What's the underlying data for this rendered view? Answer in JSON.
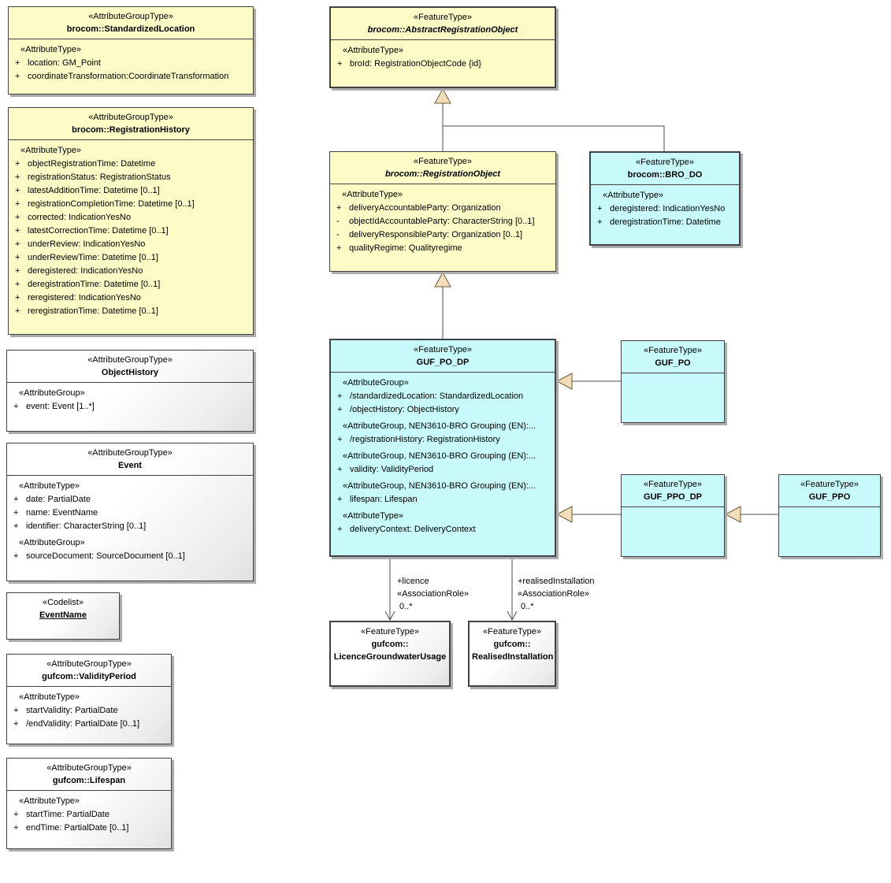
{
  "boxes": [
    {
      "id": "standardized-location",
      "stereotype": "«AttributeGroupType»",
      "name_lines": [
        "brocom::StandardizedLocation"
      ],
      "sections": [
        {
          "stereo": "«AttributeType»",
          "items": [
            {
              "pfx": "+",
              "text": "location: GM_Point"
            },
            {
              "pfx": "+",
              "text": "coordinateTransformation:CoordinateTransformation"
            }
          ]
        }
      ]
    },
    {
      "id": "registration-history",
      "stereotype": "«AttributeGroupType»",
      "name_lines": [
        "brocom::RegistrationHistory"
      ],
      "sections": [
        {
          "stereo": "«AttributeType»",
          "items": [
            {
              "pfx": "+",
              "text": "objectRegistrationTime: Datetime"
            },
            {
              "pfx": "+",
              "text": "registrationStatus: RegistrationStatus"
            },
            {
              "pfx": "+",
              "text": "latestAdditionTime: Datetime [0..1]"
            },
            {
              "pfx": "+",
              "text": "registrationCompletionTime: Datetime [0..1]"
            },
            {
              "pfx": "+",
              "text": "corrected: IndicationYesNo"
            },
            {
              "pfx": "+",
              "text": "latestCorrectionTime: Datetime [0..1]"
            },
            {
              "pfx": "+",
              "text": "underReview: IndicationYesNo"
            },
            {
              "pfx": "+",
              "text": "underReviewTime: Datetime [0..1]"
            },
            {
              "pfx": "+",
              "text": "deregistered: IndicationYesNo"
            },
            {
              "pfx": "+",
              "text": "deregistrationTime: Datetime [0..1]"
            },
            {
              "pfx": "+",
              "text": "reregistered: IndicationYesNo"
            },
            {
              "pfx": "+",
              "text": "reregistrationTime: Datetime [0..1]"
            }
          ]
        }
      ]
    },
    {
      "id": "object-history",
      "stereotype": "«AttributeGroupType»",
      "name_lines": [
        "ObjectHistory"
      ],
      "sections": [
        {
          "stereo": "«AttributeGroup»",
          "items": [
            {
              "pfx": "+",
              "text": "event: Event [1..*]"
            }
          ]
        }
      ]
    },
    {
      "id": "event",
      "stereotype": "«AttributeGroupType»",
      "name_lines": [
        "Event"
      ],
      "sections": [
        {
          "stereo": "«AttributeType»",
          "items": [
            {
              "pfx": "+",
              "text": "date: PartialDate"
            },
            {
              "pfx": "+",
              "text": "name: EventName"
            },
            {
              "pfx": "+",
              "text": "identifier: CharacterString [0..1]"
            }
          ]
        },
        {
          "stereo": "«AttributeGroup»",
          "items": [
            {
              "pfx": "+",
              "text": "sourceDocument: SourceDocument [0..1]"
            }
          ]
        }
      ]
    },
    {
      "id": "event-name",
      "stereotype": "«Codelist»",
      "name_lines": [
        "EventName"
      ],
      "underline_name": true,
      "sections": []
    },
    {
      "id": "validity-period",
      "stereotype": "«AttributeGroupType»",
      "name_lines": [
        "gufcom::ValidityPeriod"
      ],
      "sections": [
        {
          "stereo": "«AttributeType»",
          "items": [
            {
              "pfx": "+",
              "text": "startValidity: PartialDate"
            },
            {
              "pfx": "+",
              "text": "/endValidity: PartialDate [0..1]"
            }
          ]
        }
      ]
    },
    {
      "id": "lifespan",
      "stereotype": "«AttributeGroupType»",
      "name_lines": [
        "gufcom::Lifespan"
      ],
      "sections": [
        {
          "stereo": "«AttributeType»",
          "items": [
            {
              "pfx": "+",
              "text": "startTime: PartialDate"
            },
            {
              "pfx": "+",
              "text": "endTime: PartialDate [0..1]"
            }
          ]
        }
      ]
    },
    {
      "id": "abstract-registration-object",
      "stereotype": "«FeatureType»",
      "name_lines": [
        "brocom::AbstractRegistrationObject"
      ],
      "sections": [
        {
          "stereo": "«AttributeType»",
          "items": [
            {
              "pfx": "+",
              "text": "broId: RegistrationObjectCode {id}"
            }
          ]
        }
      ]
    },
    {
      "id": "registration-object",
      "stereotype": "«FeatureType»",
      "name_lines": [
        "brocom::RegistrationObject"
      ],
      "sections": [
        {
          "stereo": "«AttributeType»",
          "items": [
            {
              "pfx": "+",
              "text": "deliveryAccountableParty: Organization"
            },
            {
              "pfx": "-",
              "text": "objectIdAccountableParty: CharacterString [0..1]"
            },
            {
              "pfx": "-",
              "text": "deliveryResponsibleParty: Organization [0..1]"
            },
            {
              "pfx": "+",
              "text": "qualityRegime: Qualityregime"
            }
          ]
        }
      ]
    },
    {
      "id": "bro-do",
      "stereotype": "«FeatureType»",
      "name_lines": [
        "brocom::BRO_DO"
      ],
      "sections": [
        {
          "stereo": "«AttributeType»",
          "items": [
            {
              "pfx": "+",
              "text": "deregistered: IndicationYesNo"
            },
            {
              "pfx": "+",
              "text": "deregistrationTime: Datetime"
            }
          ]
        }
      ]
    },
    {
      "id": "guf-po-dp",
      "stereotype": "«FeatureType»",
      "name_lines": [
        "GUF_PO_DP"
      ],
      "sections": [
        {
          "stereo": "«AttributeGroup»",
          "items": [
            {
              "pfx": "+",
              "text": "/standardizedLocation: StandardizedLocation"
            },
            {
              "pfx": "+",
              "text": "/objectHistory: ObjectHistory"
            }
          ]
        },
        {
          "stereo": "«AttributeGroup, NEN3610-BRO Grouping (EN):...",
          "items": [
            {
              "pfx": "+",
              "text": "/registrationHistory: RegistrationHistory"
            }
          ]
        },
        {
          "stereo": "«AttributeGroup, NEN3610-BRO Grouping (EN):...",
          "items": [
            {
              "pfx": "+",
              "text": "validity: ValidityPeriod"
            }
          ]
        },
        {
          "stereo": "«AttributeGroup, NEN3610-BRO Grouping (EN):...",
          "items": [
            {
              "pfx": "+",
              "text": "lifespan: Lifespan"
            }
          ]
        },
        {
          "stereo": "«AttributeType»",
          "items": [
            {
              "pfx": "+",
              "text": "deliveryContext: DeliveryContext"
            }
          ]
        }
      ]
    },
    {
      "id": "guf-po",
      "stereotype": "«FeatureType»",
      "name_lines": [
        "GUF_PO"
      ],
      "sections": []
    },
    {
      "id": "guf-ppo-dp",
      "stereotype": "«FeatureType»",
      "name_lines": [
        "GUF_PPO_DP"
      ],
      "sections": []
    },
    {
      "id": "guf-ppo",
      "stereotype": "«FeatureType»",
      "name_lines": [
        "GUF_PPO"
      ],
      "sections": []
    },
    {
      "id": "licence-groundwater-usage",
      "stereotype": "«FeatureType»",
      "name_lines": [
        "gufcom::",
        "LicenceGroundwaterUsage"
      ],
      "sections": []
    },
    {
      "id": "realised-installation",
      "stereotype": "«FeatureType»",
      "name_lines": [
        "gufcom::",
        "RealisedInstallation"
      ],
      "sections": []
    }
  ],
  "connectors": {
    "licence": {
      "role": "+licence",
      "stereotype": "«AssociationRole»",
      "multiplicity": "0..*"
    },
    "realised_installation": {
      "role": "+realisedInstallation",
      "stereotype": "«AssociationRole»",
      "multiplicity": "0..*"
    }
  },
  "colors": {
    "feature_abstract_fill": "#FDFCC6",
    "feature_concrete_fill": "#C8FAFB",
    "attribute_group_fill": "#FDFCC6",
    "plain_fill": "#FFFFFF",
    "border": "#424242",
    "generalization_arrow_fill": "#F2DFB8",
    "line": "#4E4E4E"
  }
}
